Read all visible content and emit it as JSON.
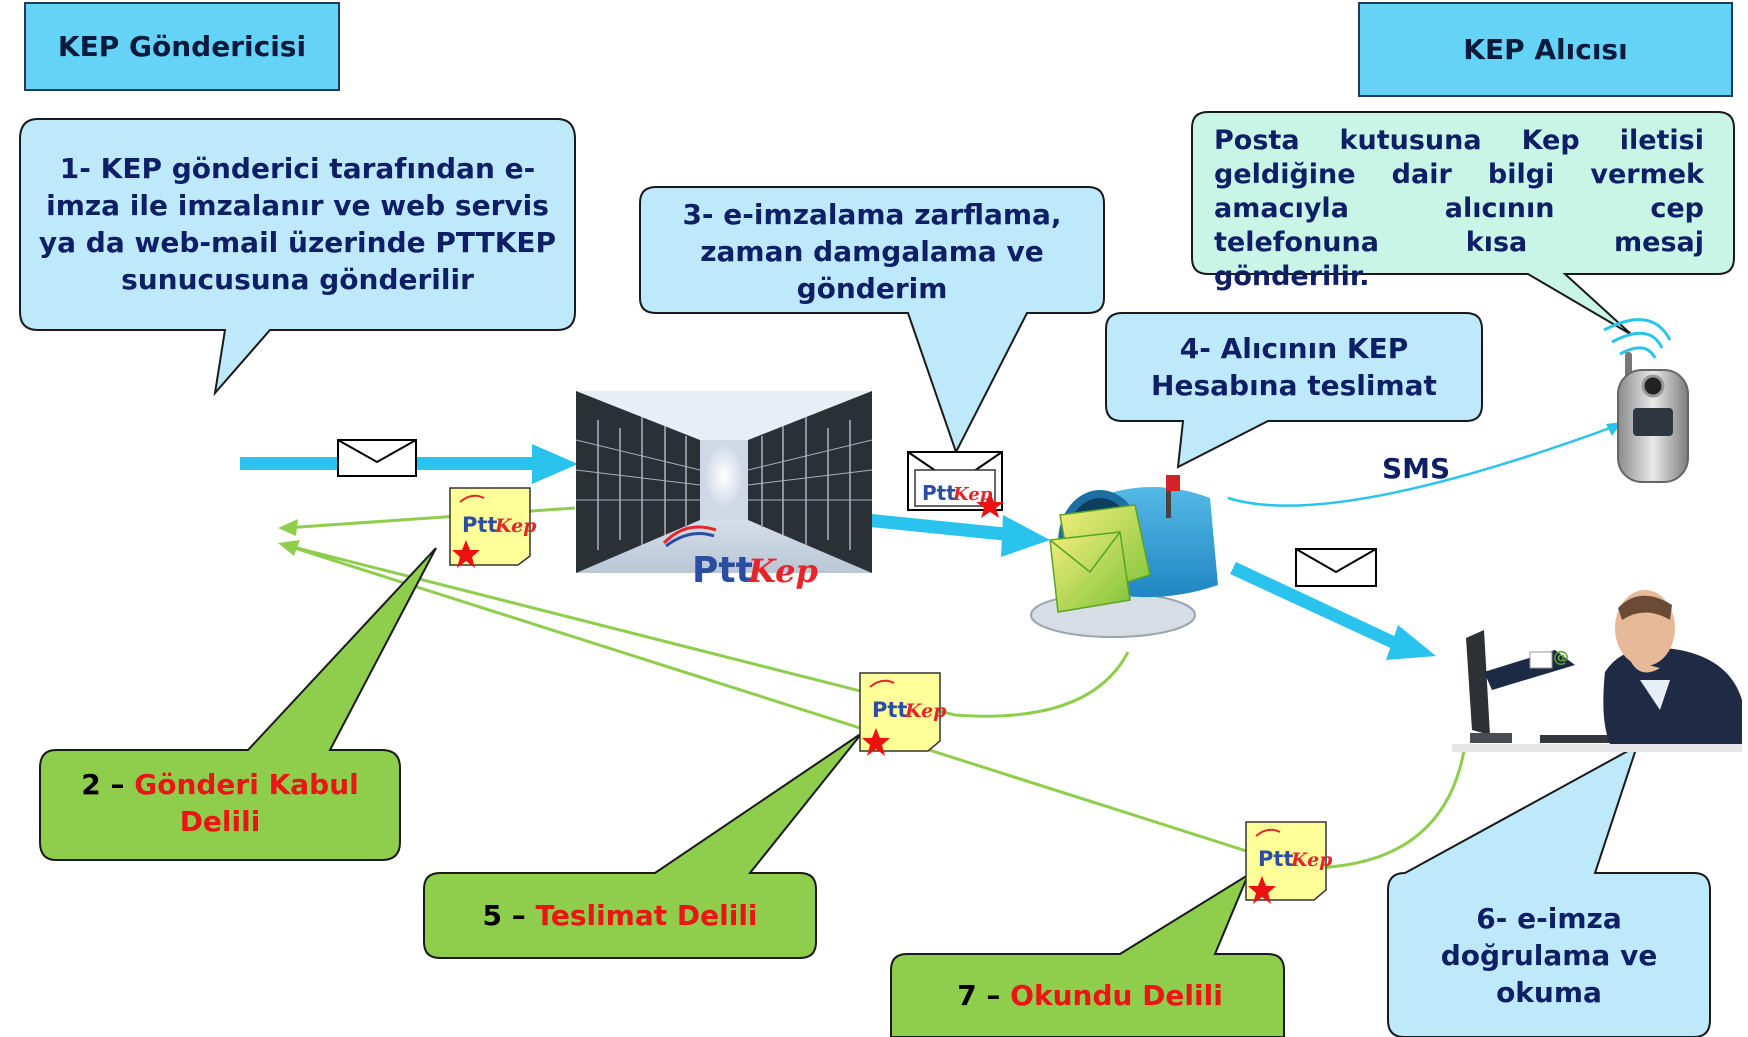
{
  "sender_header": "KEP Göndericisi",
  "receiver_header": "KEP Alıcısı",
  "step1": "1- KEP gönderici tarafından e-imza ile imzalanır ve web servis ya da web-mail üzerinde PTTKEP sunucusuna gönderilir",
  "step3": "3- e-imzalama zarflama, zaman damgalama ve gönderim",
  "step4": "4- Alıcının KEP Hesabına teslimat",
  "sms_note": "Posta kutusuna Kep iletisi geldiğine dair bilgi vermek amacıyla alıcının cep telefonuna kısa mesaj gönderilir.",
  "sms_label": "SMS",
  "step2": {
    "prefix": "2 – ",
    "text": "Gönderi Kabul Delili"
  },
  "step5": {
    "prefix": "5 – ",
    "text": "Teslimat Delili"
  },
  "step7": {
    "prefix": "7 – ",
    "text": "Okundu Delili"
  },
  "step6": "6- e-imza doğrulama ve okuma",
  "logo_text": "PttKep",
  "colors": {
    "header_fill": "#64d3f5",
    "callout_blue": "#bde9fb",
    "callout_mint": "#c9f5e6",
    "callout_green": "#8fcd4c",
    "arrow_blue": "#29c3ee",
    "line_green": "#8fcd4c",
    "evidence_red": "#ea1515"
  },
  "icons": [
    "envelope-icon",
    "certificate-icon",
    "server-room-image",
    "mailbox-icon",
    "mobile-phone-icon",
    "person-at-computer-image",
    "pttkep-logo"
  ]
}
